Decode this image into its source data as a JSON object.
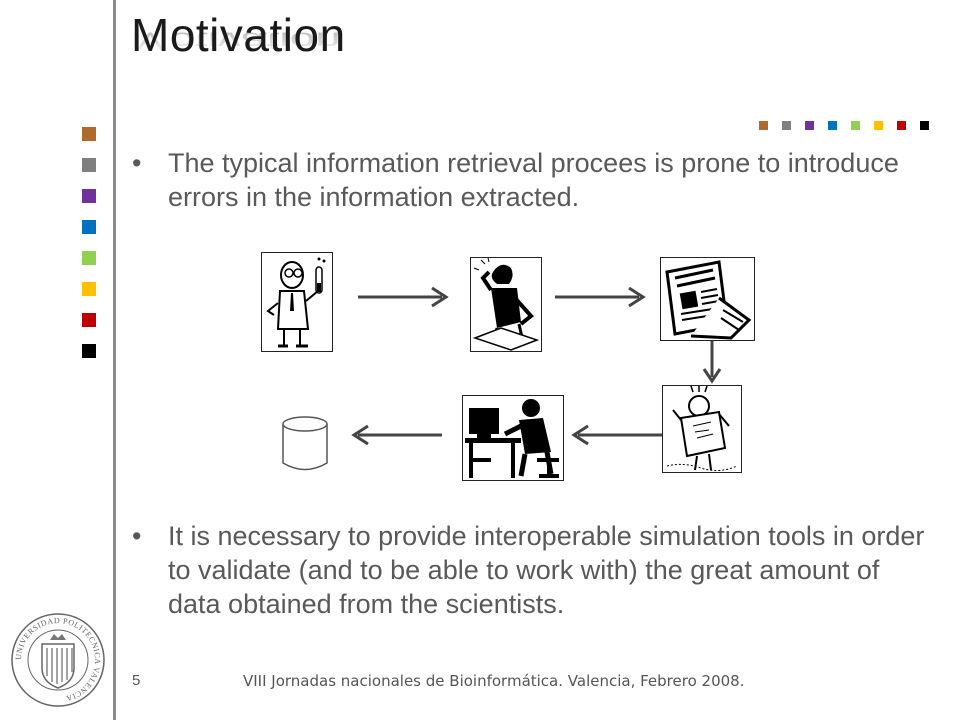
{
  "slide": {
    "title": "Motivation",
    "bullets": [
      "The typical information retrieval procees is prone to introduce errors in the information extracted.",
      "It is necessary to provide interoperable  simulation tools in order to validate (and to be able to work with) the great amount of data obtained from the scientists."
    ],
    "bullet_char": "•",
    "accent_colors": [
      "#b06a2b",
      "#7f7f7f",
      "#7030a0",
      "#0070c0",
      "#92d050",
      "#ffc000",
      "#c00000",
      "#000000"
    ]
  },
  "workflow": {
    "icons": [
      "scientist-icon",
      "writer-icon",
      "newspaper-icon",
      "reader-icon",
      "computer-user-icon",
      "database-icon"
    ]
  },
  "logo": {
    "name": "university-seal-icon",
    "text": "UNIVERSIDAD POLITECNICA VALENCIA"
  },
  "footer": {
    "page_number": "5",
    "text": "VIII Jornadas nacionales de Bioinformática. Valencia, Febrero 2008."
  }
}
